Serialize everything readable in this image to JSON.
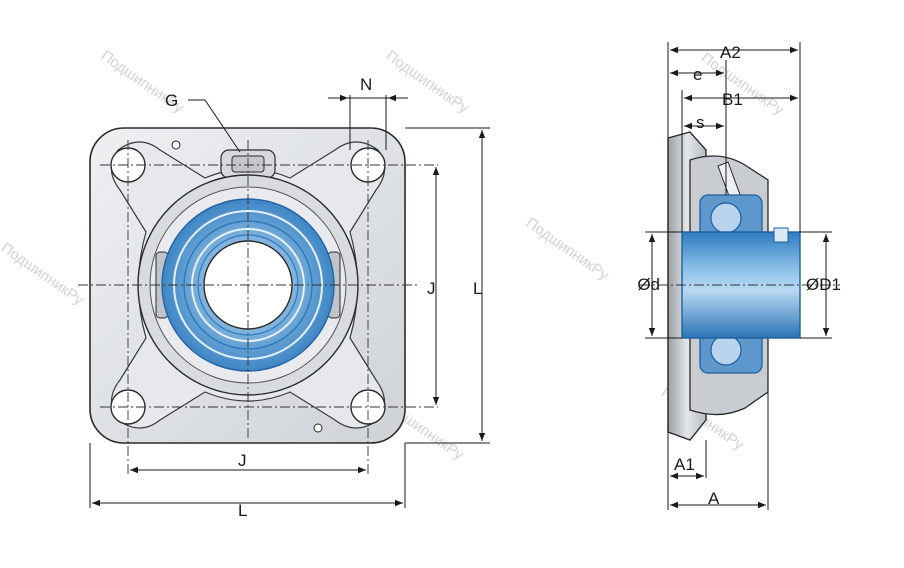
{
  "watermark": "ПодшипникРу",
  "front_view": {
    "labels": {
      "G": "G",
      "N": "N",
      "J_vertical": "J",
      "L_vertical": "L",
      "J_horizontal": "J",
      "L_horizontal": "L"
    }
  },
  "side_view": {
    "labels": {
      "A2": "A2",
      "e": "e",
      "B1": "B1",
      "s": "s",
      "d": "Ød",
      "D1": "ØD1",
      "A1": "A1",
      "A": "A"
    }
  },
  "colors": {
    "housing": "#dfe1e4",
    "bearing_blue": "#4a8fc9",
    "outline": "#2a2a2a"
  }
}
